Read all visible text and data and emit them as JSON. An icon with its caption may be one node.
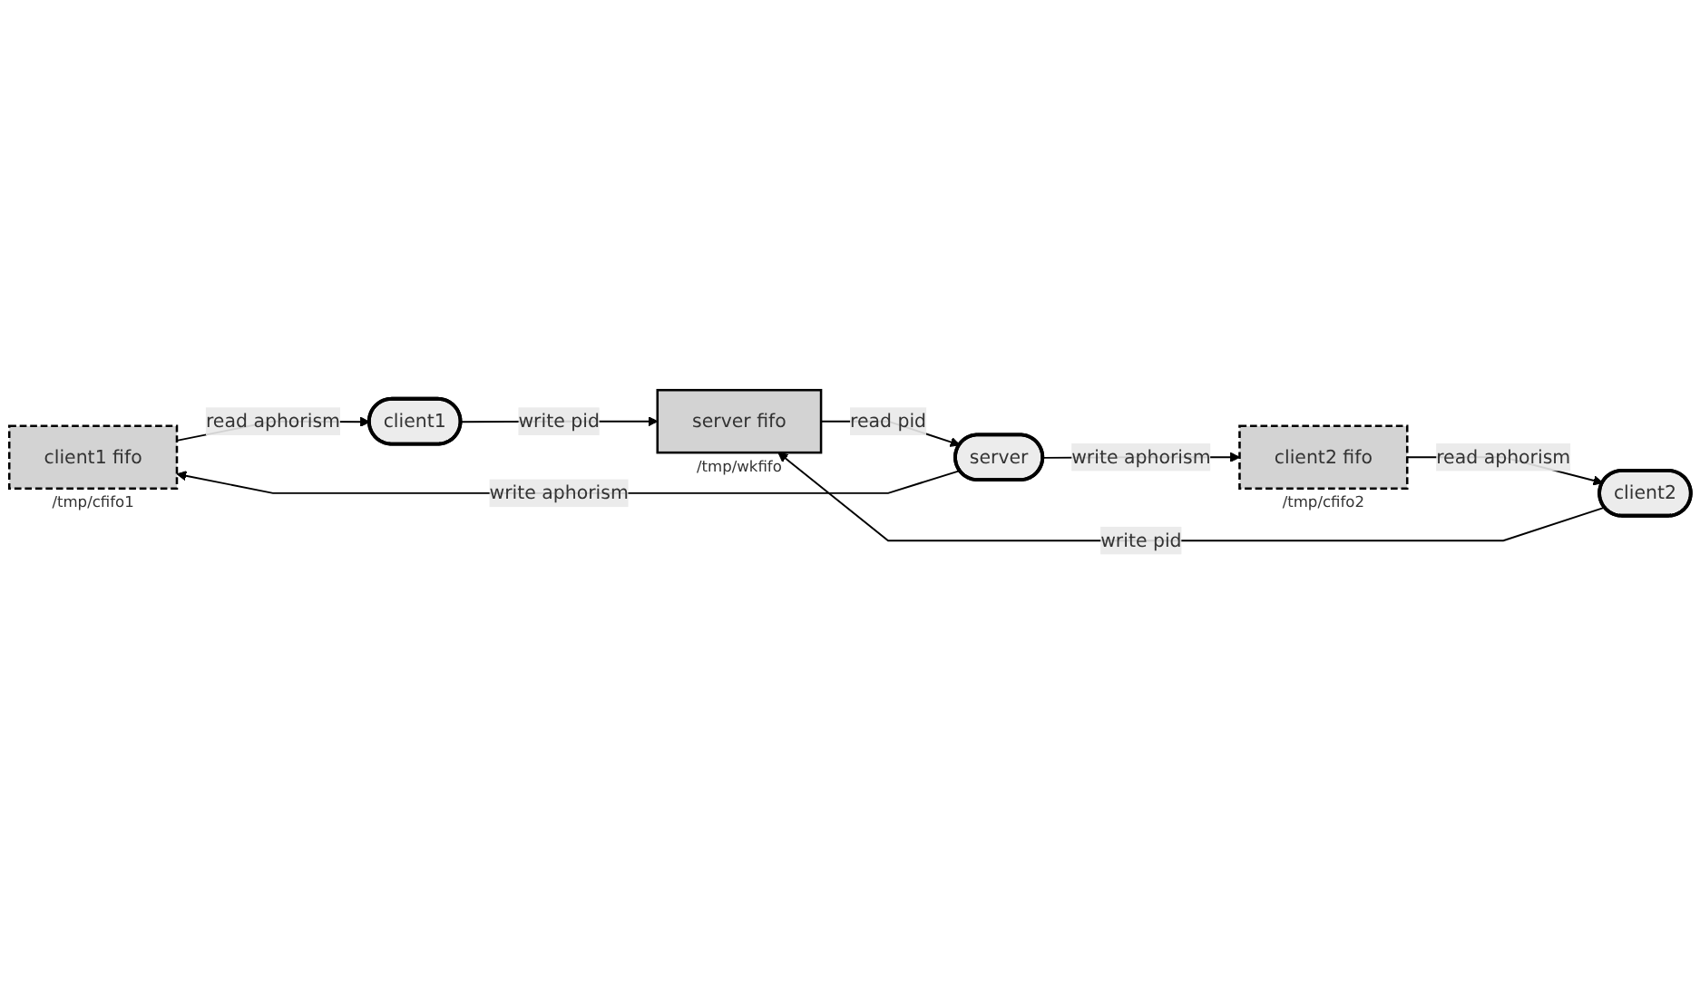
{
  "diagram": {
    "nodes": [
      {
        "text": [
          "client1 fifo"
        ],
        "beside": [
          "/tmp/cfifo1"
        ]
      },
      {
        "text": [
          "client1"
        ]
      },
      {
        "text": [
          "server fifo"
        ],
        "beside": [
          "/tmp/wkfifo"
        ]
      },
      {
        "text": [
          "server"
        ]
      },
      {
        "text": [
          "client2"
        ]
      },
      {
        "text": [
          "client2 fifo"
        ],
        "beside": [
          "/tmp/cfifo2"
        ]
      }
    ],
    "edges": [
      {
        "from": 0,
        "to": 1,
        "arrow": "to",
        "label": "read aphorism"
      },
      {
        "from": 1,
        "to": 2,
        "arrow": "to",
        "label": "write pid"
      },
      {
        "from": 4,
        "to": 2,
        "arrow": "to",
        "label": "write pid"
      },
      {
        "from": 2,
        "to": 3,
        "arrow": "to",
        "label": "read pid"
      },
      {
        "from": 3,
        "to": 0,
        "arrow": "to",
        "label": "write aphorism"
      },
      {
        "from": 3,
        "to": 5,
        "arrow": "to",
        "label": "write aphorism"
      },
      {
        "from": 5,
        "to": 4,
        "arrow": "to",
        "label": "read aphorism"
      }
    ]
  }
}
